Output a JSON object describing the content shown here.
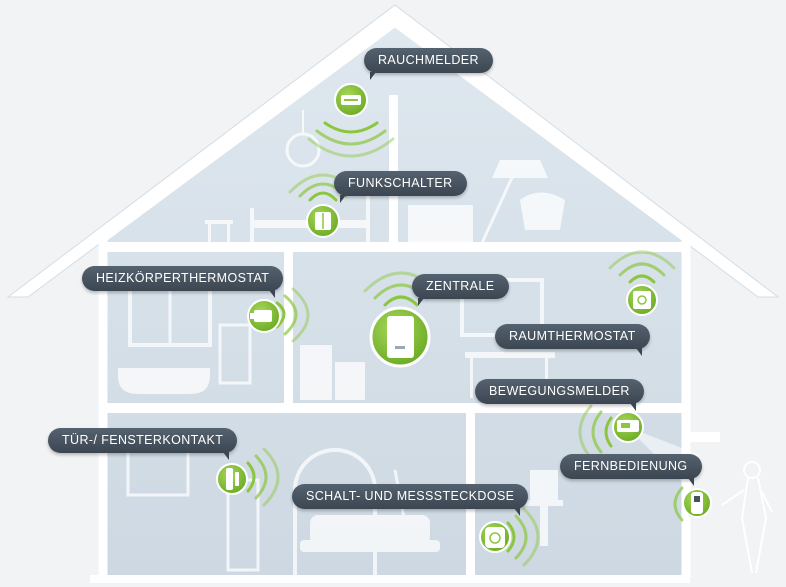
{
  "colors": {
    "accent": "#8cc63f",
    "accent_dark": "#5a9a1e",
    "label_bg": "#46525e",
    "house_fill": "#dbe4ec",
    "house_line": "#ffffff",
    "background": "#f1f3f5"
  },
  "devices": [
    {
      "id": "rauchmelder",
      "label": "RAUCHMELDER",
      "icon": "smoke-detector-icon"
    },
    {
      "id": "funkschalter",
      "label": "FUNKSCHALTER",
      "icon": "wireless-switch-icon"
    },
    {
      "id": "heizkoerperthermostat",
      "label": "HEIZKÖRPERTHERMOSTAT",
      "icon": "radiator-thermostat-icon"
    },
    {
      "id": "zentrale",
      "label": "ZENTRALE",
      "icon": "central-unit-icon"
    },
    {
      "id": "raumthermostat",
      "label": "RAUMTHERMOSTAT",
      "icon": "room-thermostat-icon"
    },
    {
      "id": "bewegungsmelder",
      "label": "BEWEGUNGSMELDER",
      "icon": "motion-sensor-icon"
    },
    {
      "id": "tuer_fensterkontakt",
      "label": "TÜR-/ FENSTERKONTAKT",
      "icon": "door-window-contact-icon"
    },
    {
      "id": "fernbedienung",
      "label": "FERNBEDIENUNG",
      "icon": "remote-control-icon"
    },
    {
      "id": "schalt_messsteckdose",
      "label": "SCHALT- UND MESSSTECKDOSE",
      "icon": "smart-plug-icon"
    }
  ]
}
